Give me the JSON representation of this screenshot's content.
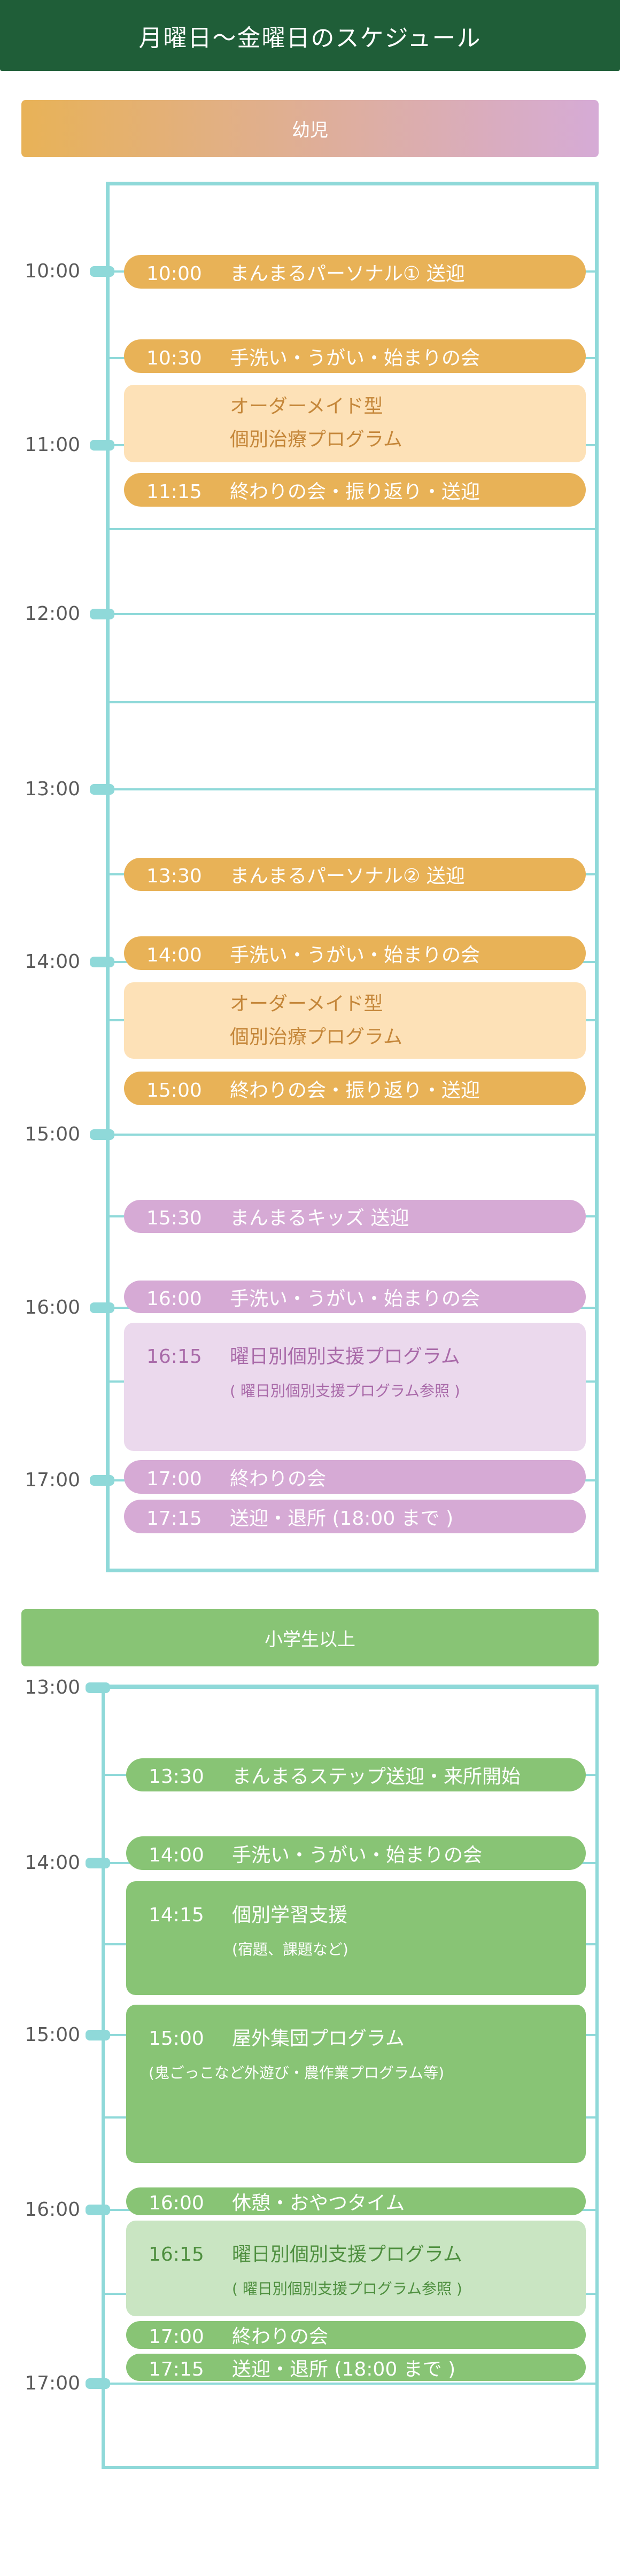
{
  "title": "月曜日〜金曜日のスケジュール",
  "sections": [
    {
      "id": "infant",
      "header": "幼児",
      "colors": {
        "pill": "#e8b257",
        "accent": "#d6aad5"
      },
      "hours": [
        "10:00",
        "11:00",
        "12:00",
        "13:00",
        "14:00",
        "15:00",
        "16:00",
        "17:00"
      ],
      "events": [
        {
          "time": "10:00",
          "label": "まんまるパーソナル① 送迎",
          "style": "orange",
          "kind": "pill"
        },
        {
          "time": "10:30",
          "label": "手洗い・うがい・始まりの会",
          "style": "orange",
          "kind": "pill"
        },
        {
          "time": "",
          "label": "オーダーメイド型",
          "label2": "個別治療プログラム",
          "style": "orange-light",
          "kind": "block"
        },
        {
          "time": "11:15",
          "label": "終わりの会・振り返り・送迎",
          "style": "orange",
          "kind": "pill"
        },
        {
          "time": "13:30",
          "label": "まんまるパーソナル② 送迎",
          "style": "orange",
          "kind": "pill"
        },
        {
          "time": "14:00",
          "label": "手洗い・うがい・始まりの会",
          "style": "orange",
          "kind": "pill"
        },
        {
          "time": "",
          "label": "オーダーメイド型",
          "label2": "個別治療プログラム",
          "style": "orange-light",
          "kind": "block"
        },
        {
          "time": "15:00",
          "label": "終わりの会・振り返り・送迎",
          "style": "orange",
          "kind": "pill"
        },
        {
          "time": "15:30",
          "label": "まんまるキッズ 送迎",
          "style": "purple",
          "kind": "pill"
        },
        {
          "time": "16:00",
          "label": "手洗い・うがい・始まりの会",
          "style": "purple",
          "kind": "pill"
        },
        {
          "time": "16:15",
          "label": "曜日別個別支援プログラム",
          "sub": "( 曜日別個別支援プログラム参照 )",
          "style": "purple-light",
          "kind": "block"
        },
        {
          "time": "17:00",
          "label": "終わりの会",
          "style": "purple",
          "kind": "pill"
        },
        {
          "time": "17:15",
          "label": "送迎・退所 (18:00 まで )",
          "style": "purple",
          "kind": "pill"
        }
      ]
    },
    {
      "id": "school",
      "header": "小学生以上",
      "colors": {
        "pill": "#88c475"
      },
      "hours": [
        "13:00",
        "14:00",
        "15:00",
        "16:00",
        "17:00"
      ],
      "events": [
        {
          "time": "13:30",
          "label": "まんまるステップ送迎・来所開始",
          "style": "green",
          "kind": "pill"
        },
        {
          "time": "14:00",
          "label": "手洗い・うがい・始まりの会",
          "style": "green",
          "kind": "pill"
        },
        {
          "time": "14:15",
          "label": "個別学習支援",
          "sub": "(宿題、課題など)",
          "style": "green",
          "kind": "block"
        },
        {
          "time": "15:00",
          "label": "屋外集団プログラム",
          "sub": "(鬼ごっこなど外遊び・農作業プログラム等)",
          "style": "green",
          "kind": "block"
        },
        {
          "time": "16:00",
          "label": "休憩・おやつタイム",
          "style": "green",
          "kind": "pill"
        },
        {
          "time": "16:15",
          "label": "曜日別個別支援プログラム",
          "sub": "( 曜日別個別支援プログラム参照 )",
          "style": "green-light",
          "kind": "block"
        },
        {
          "time": "17:00",
          "label": "終わりの会",
          "style": "green",
          "kind": "pill"
        },
        {
          "time": "17:15",
          "label": "送迎・退所 (18:00 まで )",
          "style": "green",
          "kind": "pill"
        }
      ]
    }
  ]
}
